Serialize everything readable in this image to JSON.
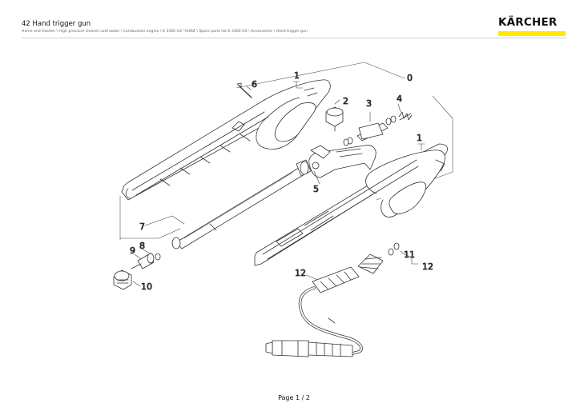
{
  "header": {
    "title": "42 Hand trigger gun",
    "breadcrumb": "Home and Garden \\ High pressure cleaner cold water \\ Combustion engine \\ K 3300 GS *AUNZ \\ Spare parts list K 3300 GS \\ Accessories \\ Hand trigger gun"
  },
  "brand": {
    "name": "KÄRCHER",
    "accent_color": "#ffea00"
  },
  "callouts": {
    "c0": "0",
    "c1a": "1",
    "c1b": "1",
    "c2": "2",
    "c3": "3",
    "c4": "4",
    "c5": "5",
    "c6": "6",
    "c7": "7",
    "c8": "8",
    "c9": "9",
    "c10": "10",
    "c11": "11",
    "c12a": "12",
    "c12b": "12"
  },
  "footer": {
    "page_label": "Page 1 / 2"
  }
}
